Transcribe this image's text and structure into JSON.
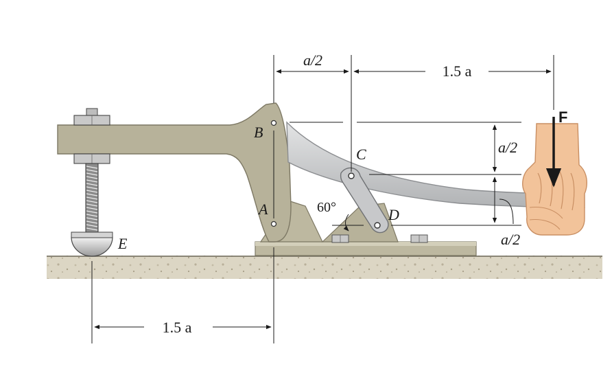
{
  "labels": {
    "a_half_top": "a/2",
    "one_five_a_top": "1.5 a",
    "a_half_right_upper": "a/2",
    "a_half_right_lower": "a/2",
    "one_five_a_bottom": "1.5 a",
    "angle": "60°",
    "force": "F",
    "point_A": "A",
    "point_B": "B",
    "point_C": "C",
    "point_D": "D",
    "point_E": "E"
  },
  "colors": {
    "frame": "#b7b29a",
    "frame_dark": "#8f8a73",
    "handle": "#c9cacb",
    "handle_edge": "#8b8d90",
    "ground": "#d9d3c2",
    "skin": "#f2c39a",
    "skin_edge": "#c98f63",
    "line": "#1a1a1a"
  }
}
